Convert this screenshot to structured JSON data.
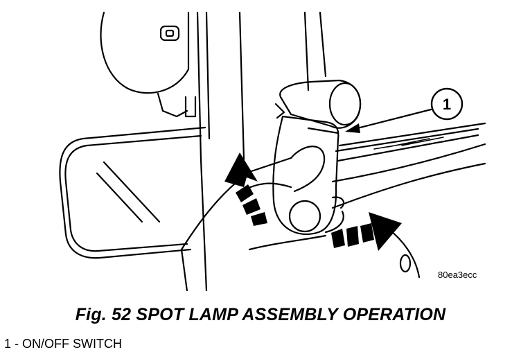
{
  "figure": {
    "callouts": [
      {
        "number": "1"
      }
    ],
    "image_code": "80ea3ecc",
    "caption": "Fig. 52 SPOT LAMP ASSEMBLY OPERATION",
    "legend": [
      {
        "text": "1 - ON/OFF SWITCH"
      }
    ]
  },
  "colors": {
    "line": "#000000",
    "background": "#ffffff",
    "arrow_fill": "#000000"
  }
}
